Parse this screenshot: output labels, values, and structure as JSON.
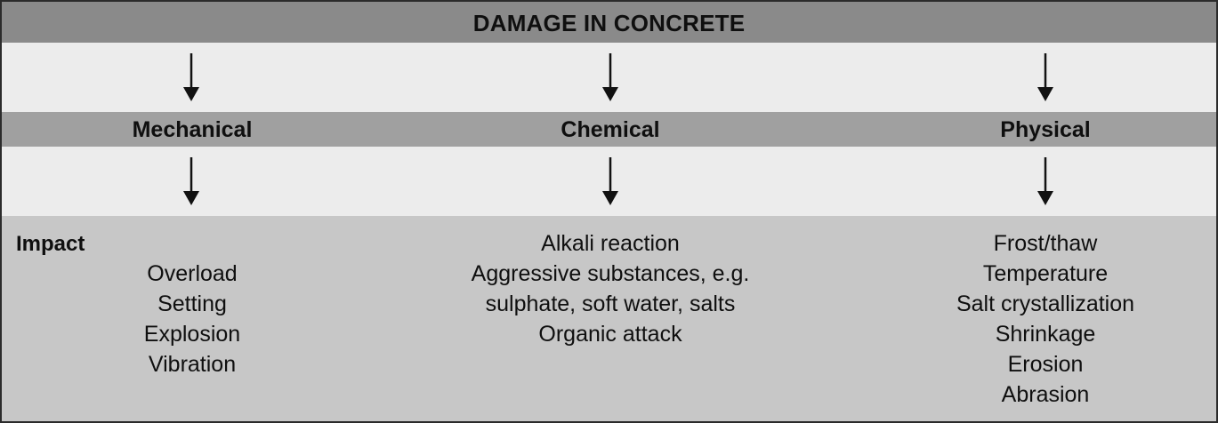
{
  "title": "DAMAGE IN CONCRETE",
  "categories": [
    {
      "label": "Mechanical",
      "items": [
        "Overload",
        "Setting",
        "Explosion",
        "Vibration"
      ]
    },
    {
      "label": "Chemical",
      "items": [
        "Alkali reaction",
        "Aggressive substances, e.g.",
        "sulphate, soft water, salts",
        "Organic attack"
      ]
    },
    {
      "label": "Physical",
      "items": [
        "Frost/thaw",
        "Temperature",
        "Salt crystallization",
        "Shrinkage",
        "Erosion",
        "Abrasion"
      ]
    }
  ],
  "impact_label": "Impact"
}
